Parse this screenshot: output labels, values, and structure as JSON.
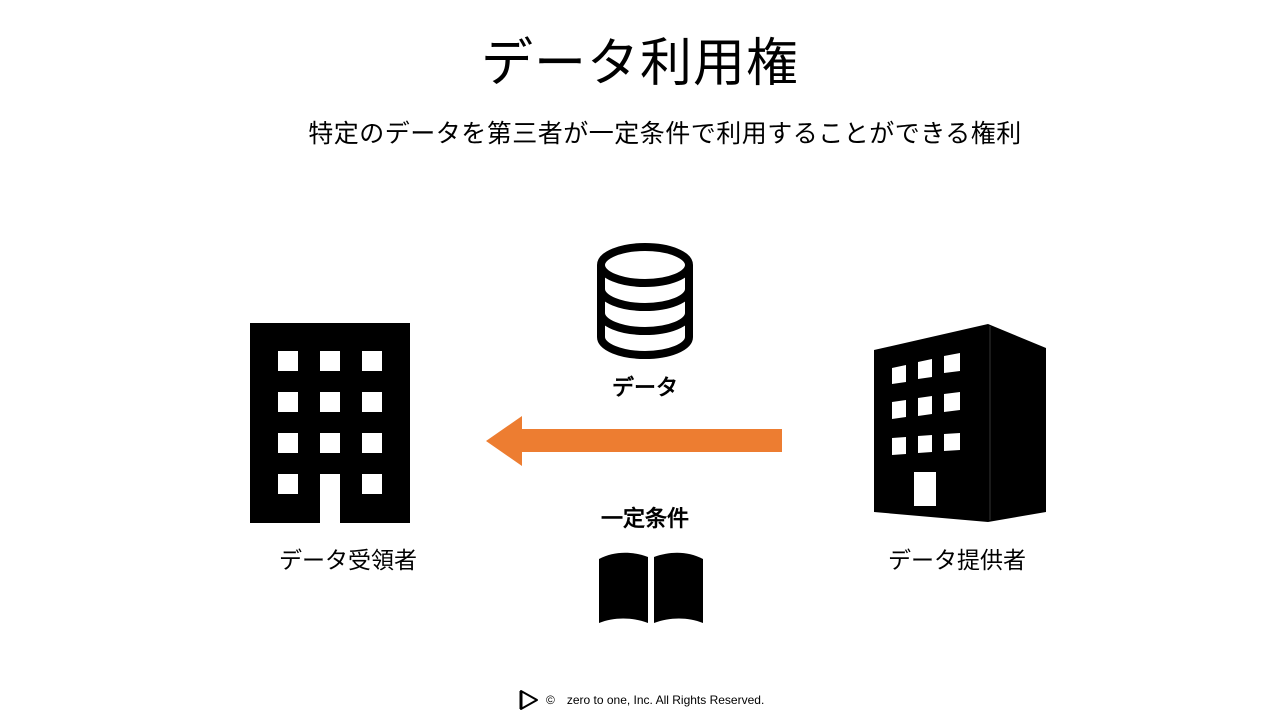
{
  "slide": {
    "title": "データ利用権",
    "subtitle": "特定のデータを第三者が一定条件で利用することができる権利"
  },
  "diagram": {
    "receiver_label": "データ受領者",
    "provider_label": "データ提供者",
    "data_label": "データ",
    "condition_label": "一定条件",
    "arrow_color": "#ED7D31"
  },
  "footer": {
    "copyright_symbol": "©",
    "company_text": "zero to one, Inc. All Rights Reserved."
  }
}
